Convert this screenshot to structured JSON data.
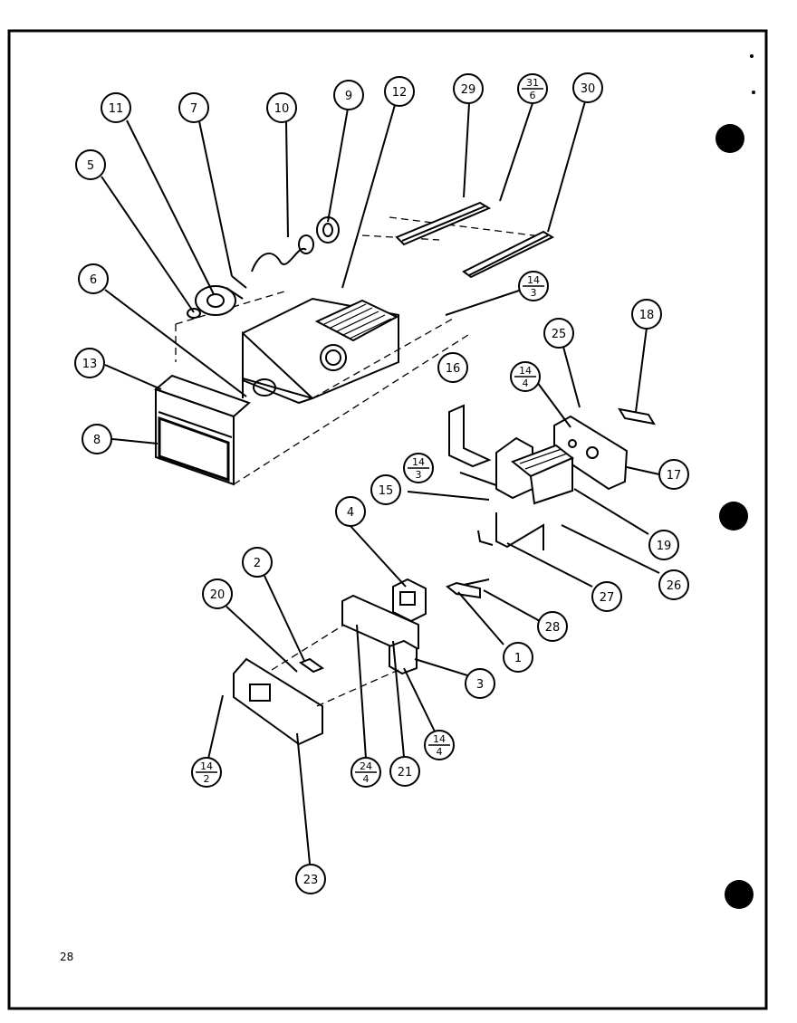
{
  "page_number": "28",
  "callouts": [
    {
      "id": "c5",
      "label": "5"
    },
    {
      "id": "c11",
      "label": "11"
    },
    {
      "id": "c7",
      "label": "7"
    },
    {
      "id": "c10",
      "label": "10"
    },
    {
      "id": "c9",
      "label": "9"
    },
    {
      "id": "c12",
      "label": "12"
    },
    {
      "id": "c29",
      "label": "29"
    },
    {
      "id": "c30",
      "label": "30"
    },
    {
      "id": "c6",
      "label": "6"
    },
    {
      "id": "c13",
      "label": "13"
    },
    {
      "id": "c8",
      "label": "8"
    },
    {
      "id": "c16",
      "label": "16"
    },
    {
      "id": "c25",
      "label": "25"
    },
    {
      "id": "c18",
      "label": "18"
    },
    {
      "id": "c17",
      "label": "17"
    },
    {
      "id": "c15",
      "label": "15"
    },
    {
      "id": "c19",
      "label": "19"
    },
    {
      "id": "c26",
      "label": "26"
    },
    {
      "id": "c27",
      "label": "27"
    },
    {
      "id": "c4",
      "label": "4"
    },
    {
      "id": "c2",
      "label": "2"
    },
    {
      "id": "c20",
      "label": "20"
    },
    {
      "id": "c1",
      "label": "1"
    },
    {
      "id": "c28",
      "label": "28"
    },
    {
      "id": "c3",
      "label": "3"
    },
    {
      "id": "c21",
      "label": "21"
    },
    {
      "id": "c23",
      "label": "23"
    }
  ],
  "fraction_callouts": [
    {
      "id": "f31_6",
      "top": "31",
      "bottom": "6"
    },
    {
      "id": "f14_3a",
      "top": "14",
      "bottom": "3"
    },
    {
      "id": "f14_4a",
      "top": "14",
      "bottom": "4"
    },
    {
      "id": "f14_3b",
      "top": "14",
      "bottom": "3"
    },
    {
      "id": "f14_4b",
      "top": "14",
      "bottom": "4"
    },
    {
      "id": "f14_2",
      "top": "14",
      "bottom": "2"
    },
    {
      "id": "f24_4",
      "top": "24",
      "bottom": "4"
    }
  ]
}
